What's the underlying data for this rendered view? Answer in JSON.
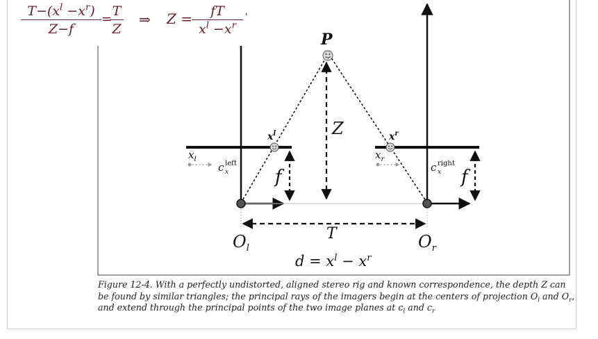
{
  "formula": {
    "frac1_num": "T−(x",
    "frac1_num_sup1": "l",
    "frac1_num_mid": " −x",
    "frac1_num_sup2": "r",
    "frac1_num_end": ")",
    "frac1_den": "Z−f",
    "equals": "=",
    "frac2_num": "T",
    "frac2_den": "Z",
    "implies": "⇒",
    "lhs": "Z =",
    "frac3_num": "fT",
    "frac3_den": "x",
    "frac3_den_sup1": "l",
    "frac3_den_mid": " −x",
    "frac3_den_sup2": "r"
  },
  "diagram": {
    "point_P": "P",
    "depth_Z": "Z",
    "label_xl": "x",
    "label_xl_sup": "l",
    "label_xr": "x",
    "label_xr_sup": "r",
    "axis_left": "x",
    "axis_left_sub": "l",
    "axis_right": "x",
    "axis_right_sub": "r",
    "cx_left": "c",
    "cx_left_sub": "x",
    "cx_left_sup": "left",
    "cx_right": "c",
    "cx_right_sub": "x",
    "cx_right_sup": "right",
    "focal_left": "f",
    "focal_right": "f",
    "origin_left": "O",
    "origin_left_sub": "l",
    "origin_right": "O",
    "origin_right_sub": "r",
    "baseline": "T",
    "disparity": "d = x",
    "disparity_sup1": "l",
    "disparity_mid": " − x",
    "disparity_sup2": "r"
  },
  "caption": {
    "text1": "Figure 12-4. With a perfectly undistorted, aligned stereo rig and known correspondence, the depth Z can be found by similar triangles; the principal rays of the imagers begin at the centers of projection O",
    "sub1": "l",
    "text2": " and O",
    "sub2": "r",
    "text3": ", and extend through the principal points of the two image planes at c",
    "sub3": "l",
    "text4": " and c",
    "sub4": "r"
  },
  "colors": {
    "ink": "#111111",
    "formula": "#6b1a2a",
    "gray": "#888888",
    "face": "#d9d9d9"
  }
}
